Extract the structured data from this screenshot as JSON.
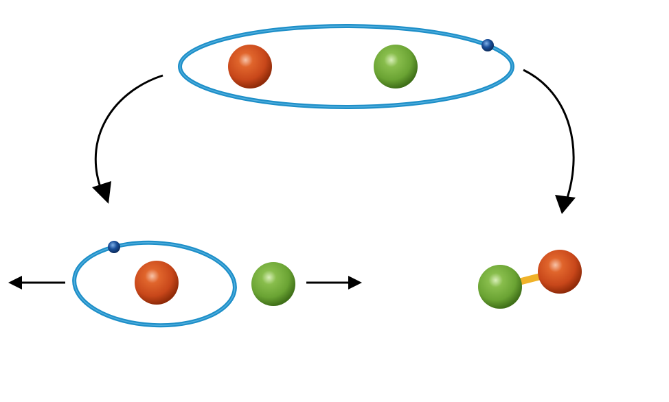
{
  "colors": {
    "background": "#ffffff",
    "orbit": "#1e8fc8",
    "orbit_dark": "#0f6fa8",
    "electron": "#1a4f9a",
    "atom_red": "#c8471a",
    "atom_red_dark": "#8f2a08",
    "atom_green": "#6aa333",
    "atom_green_dark": "#3f6f18",
    "bond": "#f0b229",
    "arrow": "#000000"
  },
  "panels": {
    "top": {
      "label": "molecule-with-shared-electron"
    },
    "bottom_left": {
      "label": "dissociation"
    },
    "bottom_right": {
      "label": "bonded-molecule"
    }
  }
}
